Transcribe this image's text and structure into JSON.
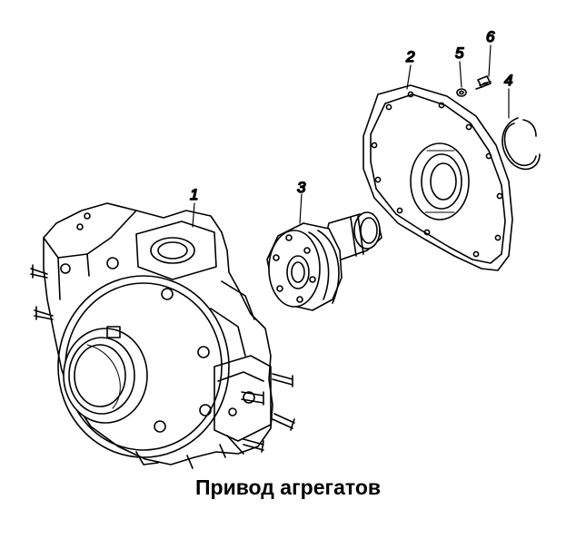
{
  "caption": "Привод агрегатов",
  "callouts": [
    {
      "id": "1",
      "label": "1"
    },
    {
      "id": "2",
      "label": "2"
    },
    {
      "id": "3",
      "label": "3"
    },
    {
      "id": "4",
      "label": "4"
    },
    {
      "id": "5",
      "label": "5"
    },
    {
      "id": "6",
      "label": "6"
    }
  ],
  "colors": {
    "ink": "#000000",
    "background": "#ffffff"
  }
}
